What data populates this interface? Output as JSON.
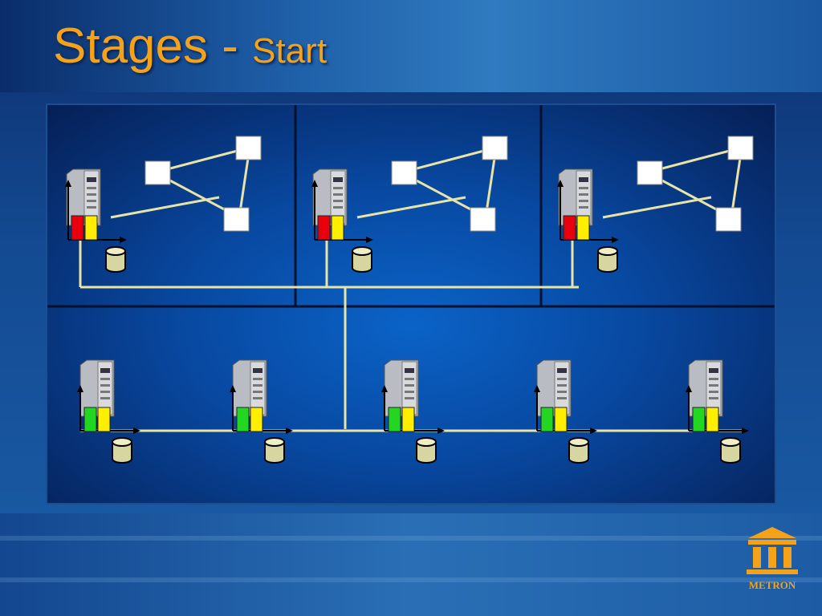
{
  "slide": {
    "title_main": "Stages - ",
    "title_sub": "Start",
    "logo_text": "METRON"
  },
  "colors": {
    "title": "#f5a21b",
    "link": "#e8e4a8",
    "stage_red": "#e8000c",
    "stage_yellow": "#ffee00",
    "stage_green": "#22d622",
    "box_white": "#ffffff",
    "logo_gold": "#f5a21b"
  },
  "diagram": {
    "top_stages": [
      {
        "status_left": "red",
        "status_right": "yellow",
        "has_cluster": true
      },
      {
        "status_left": "red",
        "status_right": "yellow",
        "has_cluster": true
      },
      {
        "status_left": "red",
        "status_right": "yellow",
        "has_cluster": true
      }
    ],
    "bottom_stages": [
      {
        "status_left": "green",
        "status_right": "yellow"
      },
      {
        "status_left": "green",
        "status_right": "yellow"
      },
      {
        "status_left": "green",
        "status_right": "yellow"
      },
      {
        "status_left": "green",
        "status_right": "yellow"
      },
      {
        "status_left": "green",
        "status_right": "yellow"
      }
    ],
    "icons": [
      "server-icon",
      "database-icon",
      "node-box-icon",
      "axis-arrows-icon"
    ]
  }
}
